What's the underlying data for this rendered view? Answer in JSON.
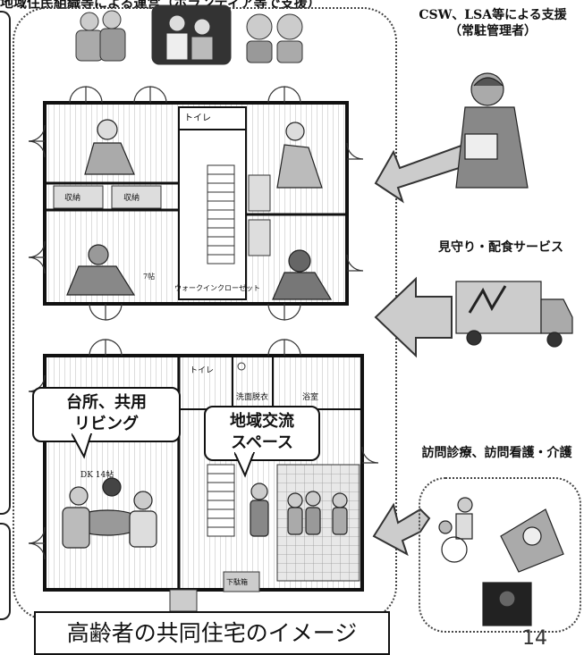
{
  "header": {
    "cut_text": "地域住民組織等による運営（ボランティア等で支援）"
  },
  "supports": {
    "csw": {
      "line1": "CSW、LSA等による支援",
      "line2": "（常駐管理者）"
    },
    "watch": "見守り・配食サービス",
    "visit": "訪問診療、訪問看護・介護"
  },
  "callouts": {
    "kitchen": {
      "line1": "台所、共用",
      "line2": "リビング"
    },
    "community": {
      "line1": "地域交流",
      "line2": "スペース"
    }
  },
  "plan_labels": {
    "toilet_top": "トイレ",
    "storage": "収納",
    "walk_in": "ウォークインクローゼット",
    "toilet_bottom": "トイレ",
    "washroom": "洗面脱衣",
    "bath": "浴室",
    "dk": "DK 14帖",
    "room": "7帖",
    "entrance": "下駄箱"
  },
  "title": "高齢者の共同住宅のイメージ",
  "page_number": "14"
}
